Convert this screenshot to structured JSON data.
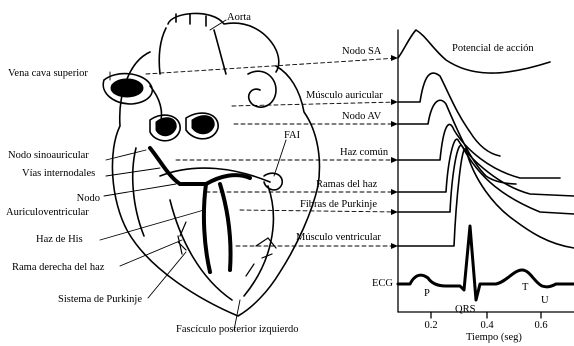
{
  "heart_labels": {
    "aorta": "Aorta",
    "vena_cava_superior": "Vena cava superior",
    "nodo_sinoauricular": "Nodo sinoauricular",
    "vias_internodales": "Vías internodales",
    "nodo_av_line1": "Nodo",
    "nodo_av_line2": "Auriculoventricular",
    "haz_de_his": "Haz de His",
    "rama_derecha": "Rama derecha del haz",
    "sistema_purkinje": "Sistema de Purkinje",
    "fasciculo_posterior": "Fascículo posterior izquierdo",
    "fai": "FAI"
  },
  "tissue_labels": {
    "nodo_sa": "Nodo SA",
    "musculo_auricular": "Músculo auricular",
    "nodo_av": "Nodo AV",
    "haz_comun": "Haz común",
    "ramas_del_haz": "Ramas del haz",
    "fibras_purkinje": "Fibras de Purkinje",
    "musculo_ventricular": "Músculo ventricular"
  },
  "plot": {
    "title": "Potencial de acción",
    "ecg_label": "ECG",
    "waves": {
      "p": "P",
      "qrs": "QRS",
      "t": "T",
      "u": "U"
    },
    "x_ticks": [
      "0.2",
      "0.4",
      "0.6"
    ],
    "x_axis_label": "Tiempo (seg)"
  }
}
